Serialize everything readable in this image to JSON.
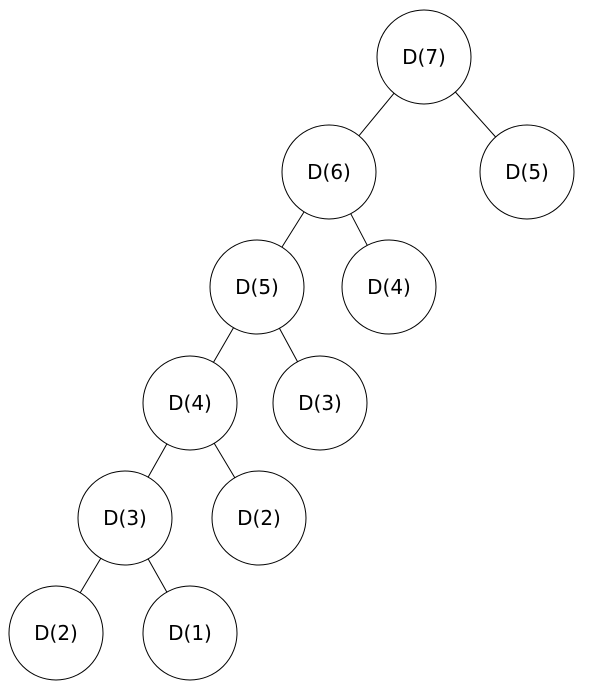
{
  "diagram": {
    "type": "tree",
    "nodes": [
      {
        "id": "n7",
        "label": "D(7)"
      },
      {
        "id": "n6",
        "label": "D(6)"
      },
      {
        "id": "n5r",
        "label": "D(5)"
      },
      {
        "id": "n5",
        "label": "D(5)"
      },
      {
        "id": "n4r",
        "label": "D(4)"
      },
      {
        "id": "n4",
        "label": "D(4)"
      },
      {
        "id": "n3r",
        "label": "D(3)"
      },
      {
        "id": "n3",
        "label": "D(3)"
      },
      {
        "id": "n2r",
        "label": "D(2)"
      },
      {
        "id": "n2",
        "label": "D(2)"
      },
      {
        "id": "n1",
        "label": "D(1)"
      }
    ],
    "edges": [
      {
        "from": "n7",
        "to": "n6"
      },
      {
        "from": "n7",
        "to": "n5r"
      },
      {
        "from": "n6",
        "to": "n5"
      },
      {
        "from": "n6",
        "to": "n4r"
      },
      {
        "from": "n5",
        "to": "n4"
      },
      {
        "from": "n5",
        "to": "n3r"
      },
      {
        "from": "n4",
        "to": "n3"
      },
      {
        "from": "n4",
        "to": "n2r"
      },
      {
        "from": "n3",
        "to": "n2"
      },
      {
        "from": "n3",
        "to": "n1"
      }
    ]
  }
}
